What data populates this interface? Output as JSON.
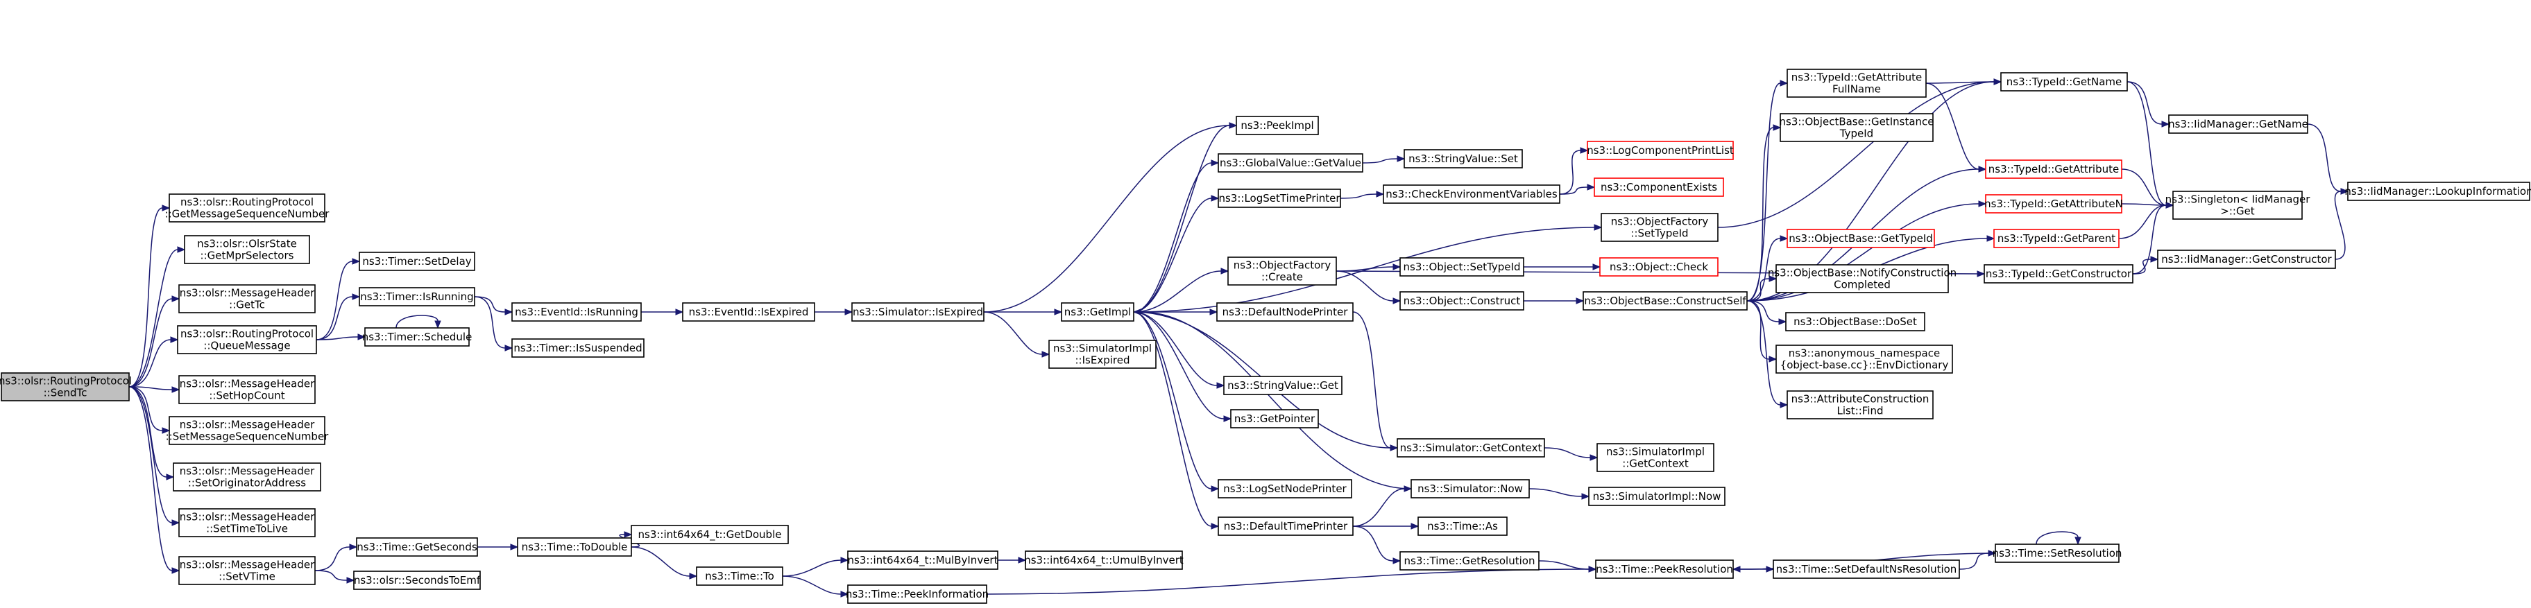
{
  "colors": {
    "edge": "#191970",
    "node_border": "#000000",
    "node_fill": "#ffffff",
    "root_fill": "#bfbfbf",
    "external_border": "#ff0000"
  },
  "nodes": [
    {
      "id": "sendtc",
      "lines": [
        "ns3::olsr::RoutingProtocol",
        "::SendTc"
      ],
      "root": true
    },
    {
      "id": "getmsgseq",
      "lines": [
        "ns3::olsr::RoutingProtocol",
        "::GetMessageSequenceNumber"
      ]
    },
    {
      "id": "getmpr",
      "lines": [
        "ns3::olsr::OlsrState",
        "::GetMprSelectors"
      ]
    },
    {
      "id": "gettc",
      "lines": [
        "ns3::olsr::MessageHeader",
        "::GetTc"
      ]
    },
    {
      "id": "queuemsg",
      "lines": [
        "ns3::olsr::RoutingProtocol",
        "::QueueMessage"
      ]
    },
    {
      "id": "sethop",
      "lines": [
        "ns3::olsr::MessageHeader",
        "::SetHopCount"
      ]
    },
    {
      "id": "setmsgseq",
      "lines": [
        "ns3::olsr::MessageHeader",
        "::SetMessageSequenceNumber"
      ]
    },
    {
      "id": "setorig",
      "lines": [
        "ns3::olsr::MessageHeader",
        "::SetOriginatorAddress"
      ]
    },
    {
      "id": "setttl",
      "lines": [
        "ns3::olsr::MessageHeader",
        "::SetTimeToLive"
      ]
    },
    {
      "id": "setvtime",
      "lines": [
        "ns3::olsr::MessageHeader",
        "::SetVTime"
      ]
    },
    {
      "id": "timersetdelay",
      "lines": [
        "ns3::Timer::SetDelay"
      ]
    },
    {
      "id": "timerisrunning",
      "lines": [
        "ns3::Timer::IsRunning"
      ]
    },
    {
      "id": "timerschedule",
      "lines": [
        "ns3::Timer::Schedule"
      ]
    },
    {
      "id": "timegetseconds",
      "lines": [
        "ns3::Time::GetSeconds"
      ]
    },
    {
      "id": "secondstoemf",
      "lines": [
        "ns3::olsr::SecondsToEmf"
      ]
    },
    {
      "id": "eventidisrunning",
      "lines": [
        "ns3::EventId::IsRunning"
      ]
    },
    {
      "id": "timerissuspended",
      "lines": [
        "ns3::Timer::IsSuspended"
      ]
    },
    {
      "id": "timetodouble",
      "lines": [
        "ns3::Time::ToDouble"
      ]
    },
    {
      "id": "eventidisexpired",
      "lines": [
        "ns3::EventId::IsExpired"
      ]
    },
    {
      "id": "int64getdouble",
      "lines": [
        "ns3::int64x64_t::GetDouble"
      ]
    },
    {
      "id": "timeto",
      "lines": [
        "ns3::Time::To"
      ]
    },
    {
      "id": "simisexpired",
      "lines": [
        "ns3::Simulator::IsExpired"
      ]
    },
    {
      "id": "mulbyinvert",
      "lines": [
        "ns3::int64x64_t::MulByInvert"
      ]
    },
    {
      "id": "peekinformation",
      "lines": [
        "ns3::Time::PeekInformation"
      ]
    },
    {
      "id": "umulbyinvert",
      "lines": [
        "ns3::int64x64_t::UmulByInvert"
      ]
    },
    {
      "id": "getimpl",
      "lines": [
        "ns3::GetImpl"
      ]
    },
    {
      "id": "simimplisexpired",
      "lines": [
        "ns3::SimulatorImpl",
        "::IsExpired"
      ]
    },
    {
      "id": "peekimpl",
      "lines": [
        "ns3::PeekImpl"
      ]
    },
    {
      "id": "globalvaluegetvalue",
      "lines": [
        "ns3::GlobalValue::GetValue"
      ]
    },
    {
      "id": "logsettimeprinter",
      "lines": [
        "ns3::LogSetTimePrinter"
      ]
    },
    {
      "id": "objectfactorycreate",
      "lines": [
        "ns3::ObjectFactory",
        "::Create"
      ]
    },
    {
      "id": "defaultnodeprinter",
      "lines": [
        "ns3::DefaultNodePrinter"
      ]
    },
    {
      "id": "stringvalueget",
      "lines": [
        "ns3::StringValue::Get"
      ]
    },
    {
      "id": "getpointer",
      "lines": [
        "ns3::GetPointer"
      ]
    },
    {
      "id": "logsetnodeprinter",
      "lines": [
        "ns3::LogSetNodePrinter"
      ]
    },
    {
      "id": "defaulttimeprinter",
      "lines": [
        "ns3::DefaultTimePrinter"
      ]
    },
    {
      "id": "stringvalueset",
      "lines": [
        "ns3::StringValue::Set"
      ]
    },
    {
      "id": "checkenv",
      "lines": [
        "ns3::CheckEnvironmentVariables"
      ]
    },
    {
      "id": "objectsettypeid",
      "lines": [
        "ns3::Object::SetTypeId"
      ]
    },
    {
      "id": "objectconstruct",
      "lines": [
        "ns3::Object::Construct"
      ]
    },
    {
      "id": "simgetcontext",
      "lines": [
        "ns3::Simulator::GetContext"
      ]
    },
    {
      "id": "simnow",
      "lines": [
        "ns3::Simulator::Now"
      ]
    },
    {
      "id": "timeas",
      "lines": [
        "ns3::Time::As"
      ]
    },
    {
      "id": "timegetresolution",
      "lines": [
        "ns3::Time::GetResolution"
      ]
    },
    {
      "id": "logcompprintlist",
      "lines": [
        "ns3::LogComponentPrintList"
      ],
      "external": true
    },
    {
      "id": "compexists",
      "lines": [
        "ns3::ComponentExists"
      ],
      "external": true
    },
    {
      "id": "objfactsettypeid",
      "lines": [
        "ns3::ObjectFactory",
        "::SetTypeId"
      ]
    },
    {
      "id": "objectcheck",
      "lines": [
        "ns3::Object::Check"
      ],
      "external": true
    },
    {
      "id": "constructself",
      "lines": [
        "ns3::ObjectBase::ConstructSelf"
      ]
    },
    {
      "id": "simimplgetcontext",
      "lines": [
        "ns3::SimulatorImpl",
        "::GetContext"
      ]
    },
    {
      "id": "simimplnow",
      "lines": [
        "ns3::SimulatorImpl::Now"
      ]
    },
    {
      "id": "peekresolution",
      "lines": [
        "ns3::Time::PeekResolution"
      ]
    },
    {
      "id": "getattrfullname",
      "lines": [
        "ns3::TypeId::GetAttribute",
        "FullName"
      ]
    },
    {
      "id": "getinstancetypeid",
      "lines": [
        "ns3::ObjectBase::GetInstance",
        "TypeId"
      ]
    },
    {
      "id": "objbasegettypeid",
      "lines": [
        "ns3::ObjectBase::GetTypeId"
      ],
      "external": true
    },
    {
      "id": "notifyconstruction",
      "lines": [
        "ns3::ObjectBase::NotifyConstruction",
        "Completed"
      ]
    },
    {
      "id": "doset",
      "lines": [
        "ns3::ObjectBase::DoSet"
      ]
    },
    {
      "id": "envdictionary",
      "lines": [
        "ns3::anonymous_namespace",
        "{object-base.cc}::EnvDictionary"
      ]
    },
    {
      "id": "attrconstfind",
      "lines": [
        "ns3::AttributeConstruction",
        "List::Find"
      ]
    },
    {
      "id": "setdefaultnsres",
      "lines": [
        "ns3::Time::SetDefaultNsResolution"
      ]
    },
    {
      "id": "typeidgetname",
      "lines": [
        "ns3::TypeId::GetName"
      ]
    },
    {
      "id": "typeidgetattribute",
      "lines": [
        "ns3::TypeId::GetAttribute"
      ],
      "external": true
    },
    {
      "id": "typeidgetattributen",
      "lines": [
        "ns3::TypeId::GetAttributeN"
      ],
      "external": true
    },
    {
      "id": "typeidgetparent",
      "lines": [
        "ns3::TypeId::GetParent"
      ],
      "external": true
    },
    {
      "id": "typeidgetconstructor",
      "lines": [
        "ns3::TypeId::GetConstructor"
      ]
    },
    {
      "id": "timesetresolution",
      "lines": [
        "ns3::Time::SetResolution"
      ]
    },
    {
      "id": "iidmgrgetname",
      "lines": [
        "ns3::IidManager::GetName"
      ]
    },
    {
      "id": "singletonget",
      "lines": [
        "ns3::Singleton< IidManager",
        " >::Get"
      ]
    },
    {
      "id": "iidmgrgetconstructor",
      "lines": [
        "ns3::IidManager::GetConstructor"
      ]
    },
    {
      "id": "iidmgrlookup",
      "lines": [
        "ns3::IidManager::LookupInformation"
      ]
    }
  ]
}
